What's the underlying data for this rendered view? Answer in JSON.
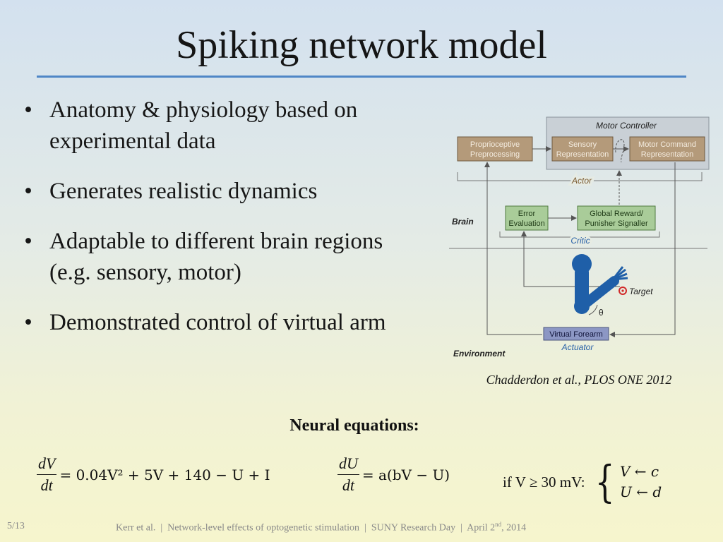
{
  "slide": {
    "title": "Spiking network model",
    "page_number": "5/13",
    "footer_text": "Kerr et al.  |  Network-level effects of optogenetic stimulation  |  SUNY Research Day  |  April 2",
    "footer_sup": "nd",
    "footer_year": ", 2014"
  },
  "bullets": [
    "Anatomy & physiology based on experimental data",
    "Generates realistic dynamics",
    "Adaptable to different brain regions (e.g. sensory, motor)",
    "Demonstrated control of virtual arm"
  ],
  "diagram": {
    "motor_controller": "Motor Controller",
    "proprioceptive_1": "Proprioceptive",
    "proprioceptive_2": "Preprocessing",
    "sensory_1": "Sensory",
    "sensory_2": "Representation",
    "motor_cmd_1": "Motor Command",
    "motor_cmd_2": "Representation",
    "actor": "Actor",
    "brain": "Brain",
    "error_1": "Error",
    "error_2": "Evaluation",
    "reward_1": "Global Reward/",
    "reward_2": "Punisher Signaller",
    "critic": "Critic",
    "target": "Target",
    "theta": "θ",
    "virtual_forearm": "Virtual Forearm",
    "actuator": "Actuator",
    "environment": "Environment",
    "colors": {
      "brown_box": "#b49a7a",
      "green_box": "#a9cc99",
      "motor_panel": "#c9d0d6",
      "arm_blue": "#1f5fa8",
      "label_blue": "#2a62a8",
      "target_red": "#d12a2a"
    }
  },
  "caption": "Chadderdon et al., PLOS ONE 2012",
  "equations": {
    "heading": "Neural equations:",
    "eq1_num": "dV",
    "eq1_den": "dt",
    "eq1_rhs": "= 0.04V² + 5V + 140 − U + I",
    "eq2_num": "dU",
    "eq2_den": "dt",
    "eq2_rhs": "= a(bV − U)",
    "eq3_cond": "if V ≥ 30 mV:",
    "eq3_case1": "V ← c",
    "eq3_case2": "U ← d"
  }
}
